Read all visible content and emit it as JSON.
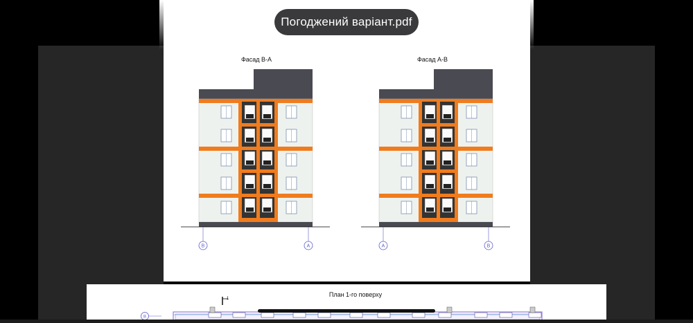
{
  "viewer": {
    "document_title": "Погоджений варіант.pdf"
  },
  "sheet": {
    "facades": [
      {
        "title": "Фасад В-А",
        "axis_left": "В",
        "axis_right": "А"
      },
      {
        "title": "Фасад А-В",
        "axis_left": "А",
        "axis_right": "В"
      }
    ]
  },
  "next_sheet": {
    "title": "План 1-го поверху",
    "section_mark": "1",
    "axis_label": "В"
  },
  "colors": {
    "accent_orange": "#f07c1e",
    "roof_dark": "#4a4a52",
    "wall_light": "#eef2ee",
    "axis_blue": "#5c5cc8"
  }
}
